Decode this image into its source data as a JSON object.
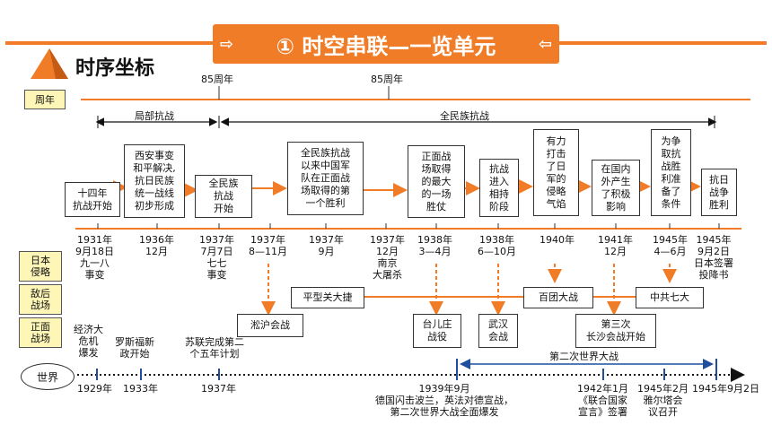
{
  "header": {
    "title": "① 时空串联—一览单元",
    "section": "时序坐标"
  },
  "rows": {
    "anniversary": "周年",
    "japan": "日本\n侵略",
    "rear": "敌后\n战场",
    "front": "正面\n战场",
    "world": "世界"
  },
  "anniv_marks": [
    "85周年",
    "85周年"
  ],
  "periods": [
    "局部抗战",
    "全民族抗战"
  ],
  "phase_boxes": [
    "十四年\n抗战开始",
    "西安事变\n和平解决,\n抗日民族\n统一战线\n初步形成",
    "全民族\n抗战\n开始",
    "全民族抗战\n以来中国军\n队在正面战\n场取得的第\n一个胜利",
    "正面战\n场取得\n的最大\n的一场\n胜仗",
    "抗战\n进入\n相持\n阶段",
    "有力\n打击\n了日\n军的\n侵略\n气焰",
    "在国内\n外产生\n了积极\n影响",
    "为争\n取抗\n战胜\n利准\n备了\n条件",
    "抗日\n战争\n胜利"
  ],
  "dates": [
    "1931年\n9月18日\n九一八\n事变",
    "1936年\n12月",
    "1937年\n7月7日\n七七\n事变",
    "1937年\n8—11月",
    "1937年\n9月",
    "1937年\n12月\n南京\n大屠杀",
    "1938年\n3—4月",
    "1938年\n6—10月",
    "1940年",
    "1941年\n12月",
    "1945年\n4—6月",
    "1945年\n9月2日\n日本签署\n投降书"
  ],
  "battles": {
    "pingxingguan": "平型关大捷",
    "baituan": "百团大战",
    "qida": "中共七大",
    "songhu": "淞沪会战",
    "taierzhuang": "台儿庄\n战役",
    "wuhan": "武汉\n会战",
    "changsha": "第三次\n长沙会战开始"
  },
  "world_events": {
    "crisis": "经济大\n危机\n爆发",
    "roosevelt": "罗斯福新\n政开始",
    "soviet": "苏联完成第二\n个五年计划",
    "ww2": "第二次世界大战",
    "d1929": "1929年",
    "d1933": "1933年",
    "d1937": "1937年",
    "d1939": "1939年9月\n德国闪击波兰，英法对德宣战，\n第二次世界大战全面爆发",
    "d1942": "1942年1月\n《联合国家\n宣言》签署",
    "d1945a": "1945年2月\n雅尔塔会\n议召开",
    "d1945b": "1945年9月2日"
  },
  "colors": {
    "accent": "#f07c28",
    "label_bg": "#fdf6b7",
    "arrow_blue": "#1f4e9c"
  }
}
